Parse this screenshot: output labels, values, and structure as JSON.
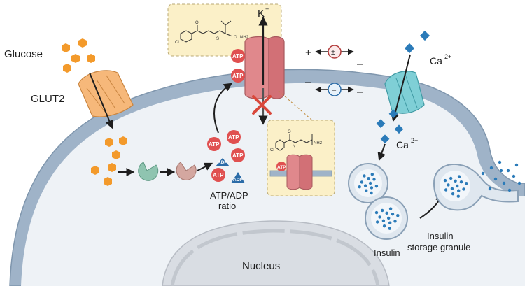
{
  "labels": {
    "glucose": "Glucose",
    "glut2": "GLUT2",
    "k_ion": "K",
    "k_charge": "+",
    "ca_ion_top": "Ca",
    "ca_charge_top": "2+",
    "ca_ion_mid": "Ca",
    "ca_charge_mid": "2+",
    "plus_sign": "+",
    "minus_sign_1": "–",
    "minus_sign_2": "–",
    "minus_sign_3": "–",
    "pm_symbol": "±",
    "minus_symbol": "–",
    "atp_adp_line1": "ATP/ADP",
    "atp_adp_line2": "ratio",
    "nucleus": "Nucleus",
    "insulin": "Insulin",
    "granule_line1": "Insulin",
    "granule_line2": "storage granule"
  },
  "badges": {
    "atp": "ATP",
    "adp": "ADP"
  },
  "chemistry": {
    "cl": "Cl",
    "o": "O",
    "nh2": "NH2",
    "oatom": "O",
    "nh": "N",
    "s": "S"
  },
  "colors": {
    "membrane": "#9fb3c8",
    "membrane_edge": "#7f96ad",
    "cytoplasm": "#eef2f6",
    "nucleus": "#d9dde3",
    "glut2": "#f6b87a",
    "katp": "#e0888c",
    "ca_channel": "#7fcfd6",
    "glucose": "#f39a2b",
    "atp": "#e05050",
    "adp": "#2b6ca8",
    "ca": "#2b7bb9",
    "insulin": "#2b7bb9",
    "inhibit": "#d9483b",
    "drug_box": "#fbf0c8"
  }
}
